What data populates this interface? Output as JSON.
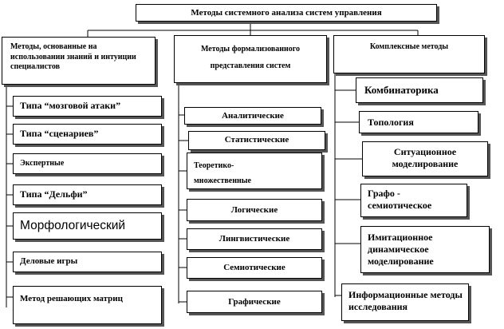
{
  "title": "Методы системного анализа систем управления",
  "groups": [
    {
      "header": "Методы, основанные на использовании знаний и интуиции специалистов",
      "items": [
        "Типа “мозговой атаки”",
        "Типа “сценариев”",
        "Экспертные",
        "Типа “Дельфи”",
        "Морфологический",
        "Деловые игры",
        "Метод решающих матриц"
      ]
    },
    {
      "header": "Методы формализованного представления систем",
      "items": [
        "Аналитические",
        "Статистические",
        "Теоретико-множественные",
        "Логические",
        "Лингвистические",
        "Семиотические",
        "Графические"
      ]
    },
    {
      "header": "Комплексные методы",
      "items": [
        "Комбинаторика",
        "Топология",
        "Ситуационное моделирование",
        "Графо - семиотическое",
        "Имитационное динамическое моделирование",
        "Информационные методы исследования"
      ]
    }
  ]
}
